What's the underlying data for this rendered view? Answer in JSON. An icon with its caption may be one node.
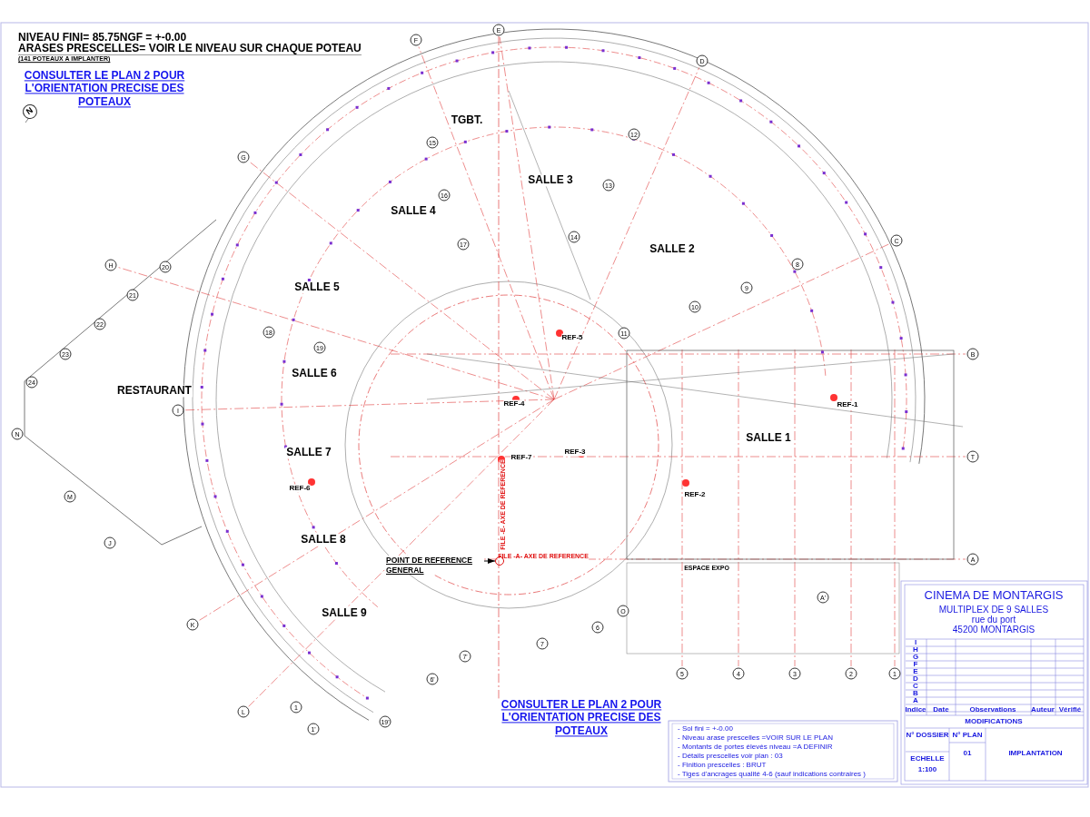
{
  "diagram": {
    "nodes": [
      {
        "text": [
          "POINT DE REFERENCE GENERAL"
        ]
      },
      {
        "text": [],
        "shape": "circle"
      }
    ],
    "edges": [
      {
        "from": 0,
        "to": 1,
        "arrow": "to"
      }
    ],
    "labels": [
      "NIVEAU FINI= 85.75NGF = +-0.00",
      "ARASES PRESCELLES= VOIR LE NIVEAU SUR CHAQUE POTEAU",
      "(141 POTEAUX A IMPLANTER)",
      "CONSULTER LE PLAN 2 POUR L'ORIENTATION PRECISE DES POTEAUX",
      "N",
      "F",
      "E",
      "D",
      "G",
      "TGBT.",
      "15",
      "12",
      "SALLE 3",
      "16",
      "13",
      "C",
      "SALLE 4",
      "14",
      "17",
      "SALLE 2",
      "H",
      "20",
      "21",
      "SALLE 5",
      "10",
      "9",
      "8",
      "22",
      "18",
      "19",
      "11",
      "REF-5",
      "23",
      "B",
      "SALLE 6",
      "24",
      "RESTAURANT",
      "REF-4",
      "REF-1",
      "I",
      "N",
      "SALLE 1",
      "SALLE 7",
      "REF-3",
      "REF-7",
      "FILE -E- AXE DE REFERENCE",
      "T",
      "REF-6",
      "REF-2",
      "M",
      "J",
      "SALLE 8",
      "FILE -A- AXE DE REFERENCE",
      "A",
      "ESPACE EXPO",
      "A'",
      "O",
      "SALLE 9",
      "K",
      "6",
      "7",
      "7'",
      "6'",
      "5",
      "4",
      "3",
      "2",
      "1",
      "1",
      "L",
      "1'",
      "19'",
      "CONSULTER LE PLAN 2 POUR L'ORIENTATION PRECISE DES POTEAUX",
      "CINEMA DE MONTARGIS",
      "MULTIPLEX DE 9 SALLES",
      "rue du port",
      "45200 MONTARGIS",
      "I",
      "H",
      "G",
      "F",
      "E",
      "D",
      "C",
      "B",
      "A",
      "Indice",
      "Date",
      "Observations",
      "Auteur",
      "Vérifié",
      "MODIFICATIONS",
      "N° DOSSIER",
      "N° PLAN",
      "01",
      "ECHELLE",
      "1:100",
      "IMPLANTATION",
      "- Sol fini = +-0.00",
      "- Niveau arase prescelles =VOIR SUR LE PLAN",
      "- Montants de portes élevés niveau =A DEFINIR",
      "- Détails prescelles voir plan : 03",
      "- Finition prescelles : BRUT",
      "- Tiges d'ancrages qualité 4-6 (sauf indications contraires )"
    ]
  }
}
